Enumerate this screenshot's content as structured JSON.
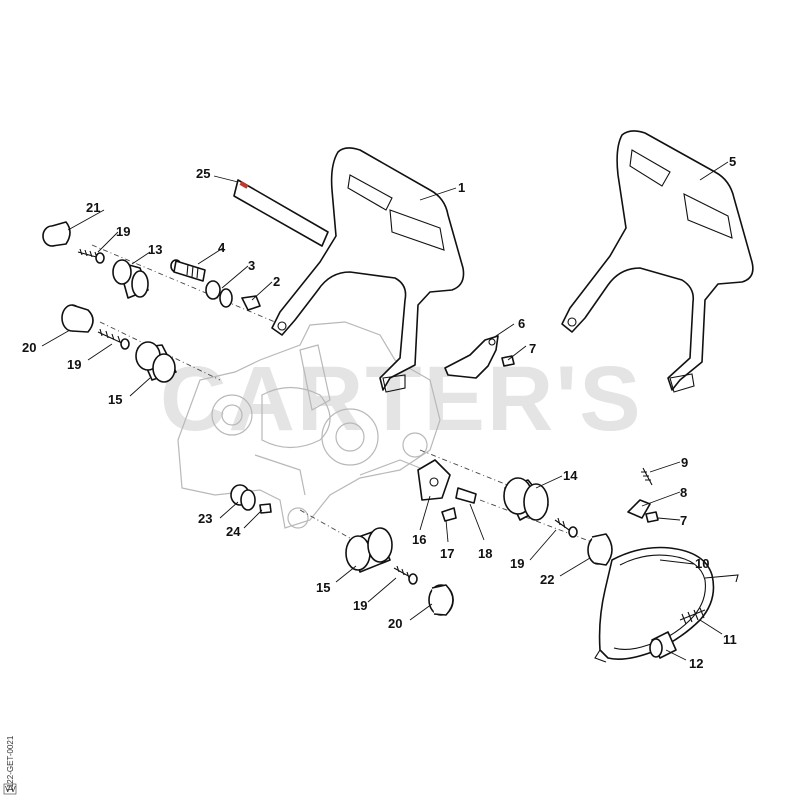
{
  "watermark": "CARTER'S",
  "document_id": "1122-GET-0021",
  "corner_mark": "VV",
  "callouts": [
    "1",
    "2",
    "3",
    "4",
    "5",
    "6",
    "7",
    "7",
    "8",
    "9",
    "10",
    "11",
    "12",
    "13",
    "14",
    "15",
    "15",
    "16",
    "17",
    "18",
    "19",
    "19",
    "19",
    "19",
    "20",
    "20",
    "21",
    "22",
    "23",
    "24",
    "25"
  ]
}
